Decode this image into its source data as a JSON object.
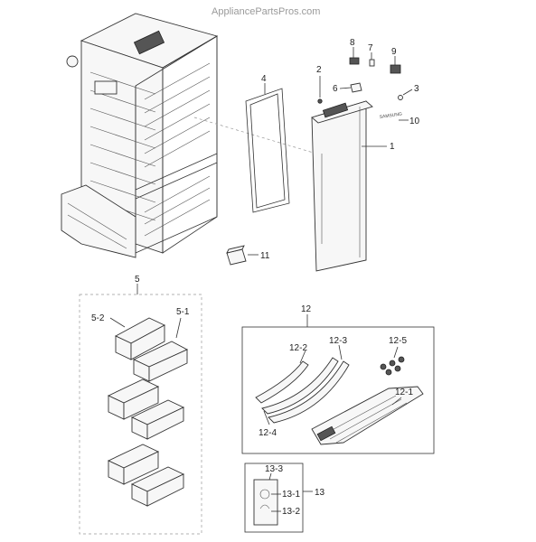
{
  "watermark": "AppliancePartsPros.com",
  "callouts": {
    "c1": "1",
    "c2": "2",
    "c3": "3",
    "c4": "4",
    "c5": "5",
    "c5_1": "5-1",
    "c5_2": "5-2",
    "c6": "6",
    "c7": "7",
    "c8": "8",
    "c9": "9",
    "c10": "10",
    "c11": "11",
    "c12": "12",
    "c12_1": "12-1",
    "c12_2": "12-2",
    "c12_3": "12-3",
    "c12_4": "12-4",
    "c12_5": "12-5",
    "c13": "13",
    "c13_1": "13-1",
    "c13_2": "13-2",
    "c13_3": "13-3"
  },
  "brand_text": "SAMSUNG",
  "colors": {
    "line": "#333333",
    "watermark": "#9a9a9a",
    "background": "#ffffff"
  }
}
